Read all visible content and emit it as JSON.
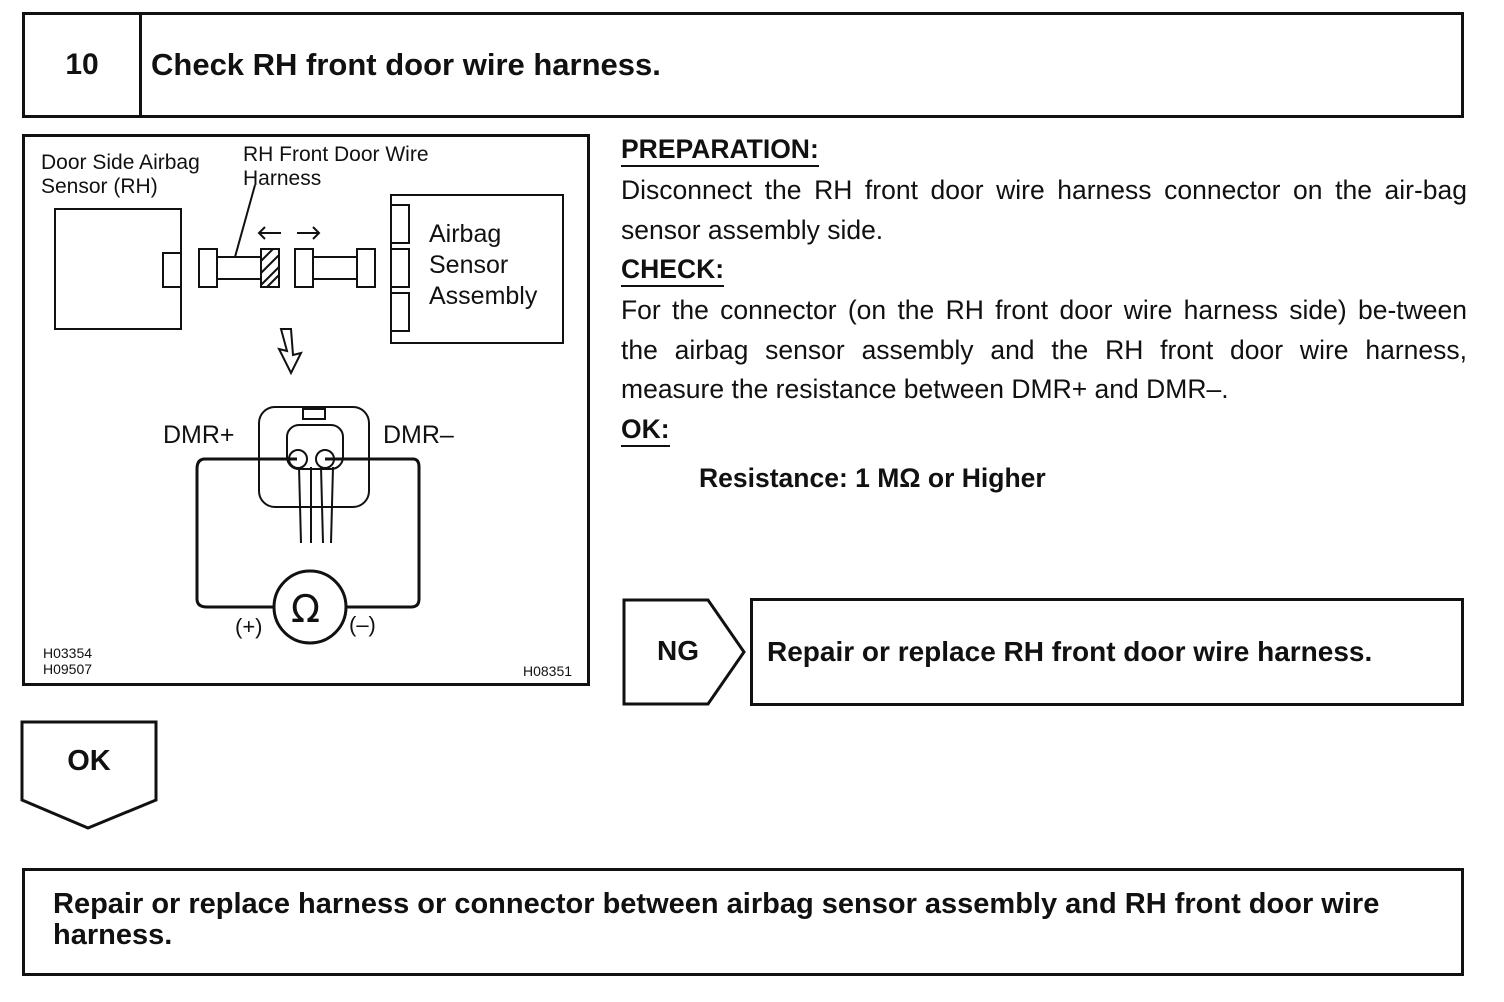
{
  "step": {
    "number": "10",
    "title": "Check RH front door wire harness."
  },
  "diagram": {
    "label_door_sensor": "Door Side Airbag\nSensor (RH)",
    "label_harness": "RH Front Door Wire\nHarness",
    "label_assembly": "Airbag\nSensor\nAssembly",
    "label_dmr_plus": "DMR+",
    "label_dmr_minus": "DMR–",
    "ohm_symbol": "Ω",
    "label_plus": "(+)",
    "label_minus": "(–)",
    "codes_left": "H03354\nH09507",
    "code_right": "H08351"
  },
  "preparation": {
    "heading": "PREPARATION:",
    "text": "Disconnect the RH front door wire harness connector on the air-bag sensor assembly side."
  },
  "check": {
    "heading": "CHECK:",
    "text": "For the connector (on the RH front door wire harness side) be-tween the airbag sensor assembly and the RH front door wire harness, measure the resistance between DMR+ and DMR–."
  },
  "ok": {
    "heading": "OK:",
    "spec": "Resistance: 1 MΩ or Higher"
  },
  "ng_branch": {
    "label": "NG",
    "action": "Repair or replace RH front door wire harness."
  },
  "ok_branch": {
    "label": "OK"
  },
  "final_action": "Repair or replace harness or connector between airbag sensor assembly and RH front door wire harness."
}
